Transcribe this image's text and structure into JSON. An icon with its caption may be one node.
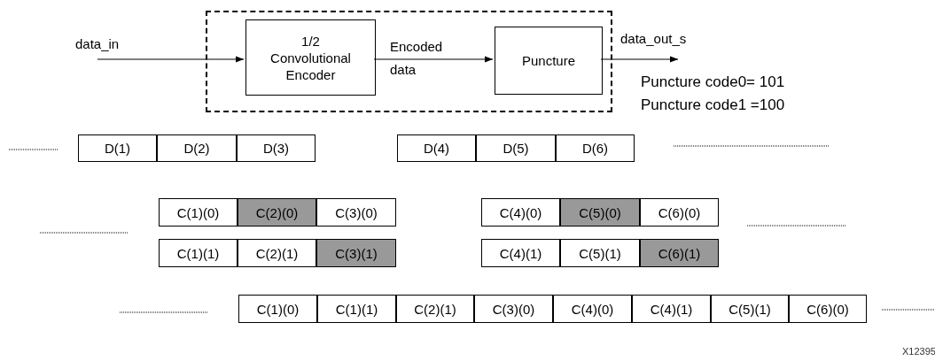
{
  "diagram": {
    "nodes": [
      {
        "text": [],
        "shape": "box"
      },
      {
        "text": [
          "1/2 Convolutional Encoder"
        ],
        "in": 0
      },
      {
        "text": [
          "Puncture"
        ],
        "in": 0
      },
      {
        "text": [
          "D(1)"
        ]
      },
      {
        "text": [
          "D(2)"
        ]
      },
      {
        "text": [
          "D(3)"
        ]
      },
      {
        "text": [
          "D(4)"
        ]
      },
      {
        "text": [
          "D(5)"
        ]
      },
      {
        "text": [
          "D(6)"
        ]
      },
      {
        "text": [
          "C(1)(0)"
        ]
      },
      {
        "text": [
          "C(2)(0)"
        ]
      },
      {
        "text": [
          "C(3)(0)"
        ]
      },
      {
        "text": [
          "C(4)(0)"
        ]
      },
      {
        "text": [
          "C(5)(0)"
        ]
      },
      {
        "text": [
          "C(6)(0)"
        ]
      },
      {
        "text": [
          "C(1)(1)"
        ]
      },
      {
        "text": [
          "C(2)(1)"
        ]
      },
      {
        "text": [
          "C(3)(1)"
        ]
      },
      {
        "text": [
          "C(4)(1)"
        ]
      },
      {
        "text": [
          "C(5)(1)"
        ]
      },
      {
        "text": [
          "C(6)(1)"
        ]
      },
      {
        "text": [
          "C(1)(0)"
        ]
      },
      {
        "text": [
          "C(1)(1)"
        ]
      },
      {
        "text": [
          "C(2)(1)"
        ]
      },
      {
        "text": [
          "C(3)(0)"
        ]
      },
      {
        "text": [
          "C(4)(0)"
        ]
      },
      {
        "text": [
          "C(4)(1)"
        ]
      },
      {
        "text": [
          "C(5)(1)"
        ]
      },
      {
        "text": [
          "C(6)(0)"
        ]
      }
    ],
    "edges": [
      {
        "from": null,
        "to": 1,
        "arrow": "to",
        "label": "data_in"
      },
      {
        "from": 1,
        "to": 2,
        "arrow": "to",
        "label": "Encoded data"
      },
      {
        "from": 2,
        "to": null,
        "arrow": "to",
        "label": "data_out_s"
      }
    ],
    "labels": [
      "Puncture code0= 101",
      "Puncture code1 =100",
      "X12395"
    ]
  }
}
